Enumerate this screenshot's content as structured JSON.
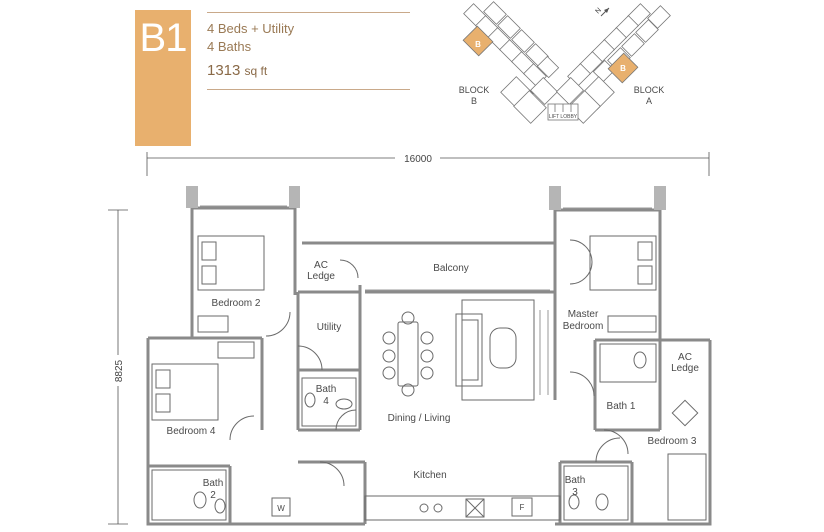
{
  "unit": {
    "code": "B1",
    "beds": "4 Beds + Utility",
    "baths": "4 Baths",
    "area_value": "1313",
    "area_unit": "sq ft",
    "accent_color": "#e8b06e"
  },
  "key_plan": {
    "block_b_label": "BLOCK",
    "block_b_letter": "B",
    "block_a_label": "BLOCK",
    "block_a_letter": "A",
    "unit_marker": "B",
    "lift_lobby": "LIFT LOBBY",
    "north_label": "N"
  },
  "dimensions": {
    "width": "16000",
    "depth": "8825"
  },
  "rooms": {
    "bedroom_2": "Bedroom 2",
    "ac_ledge_1a": "AC",
    "ac_ledge_1b": "Ledge",
    "balcony": "Balcony",
    "utility": "Utility",
    "bath_4a": "Bath",
    "bath_4b": "4",
    "dining_living": "Dining / Living",
    "master_a": "Master",
    "master_b": "Bedroom",
    "ac_ledge_2a": "AC",
    "ac_ledge_2b": "Ledge",
    "bath_1": "Bath 1",
    "bedroom_3": "Bedroom 3",
    "bedroom_4": "Bedroom 4",
    "bath_2a": "Bath",
    "bath_2b": "2",
    "kitchen": "Kitchen",
    "bath_3a": "Bath",
    "bath_3b": "3",
    "washer": "W",
    "fridge": "F"
  }
}
